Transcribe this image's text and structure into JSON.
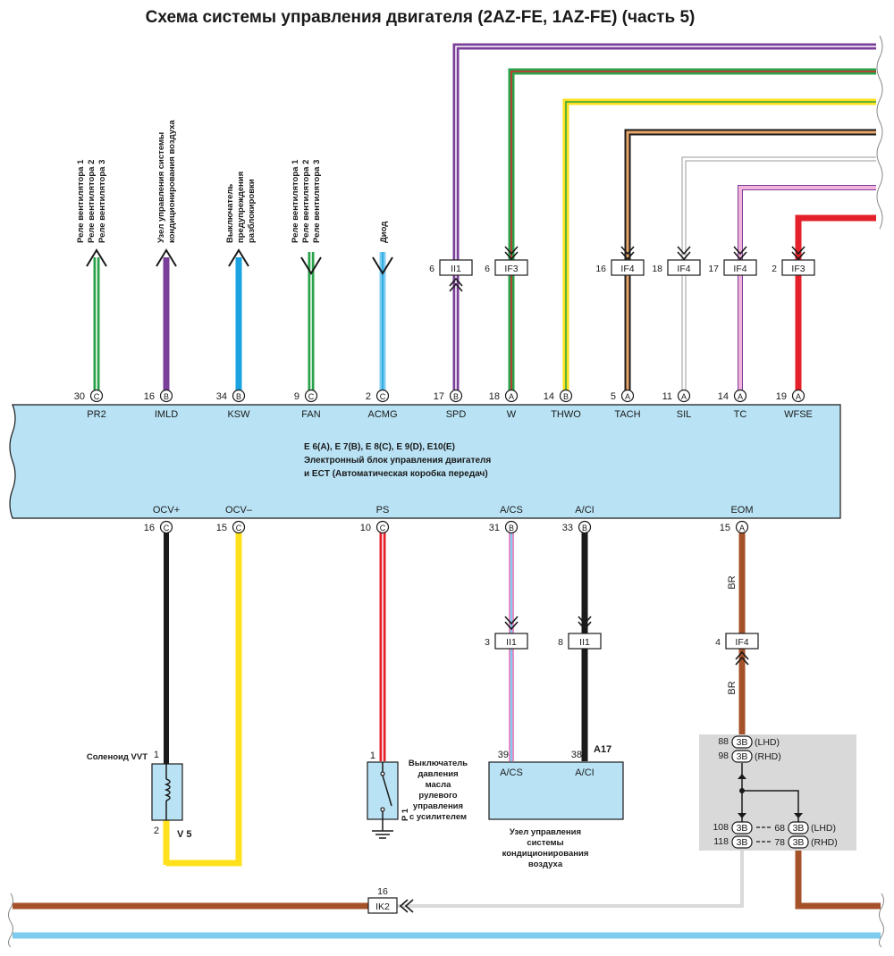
{
  "title": "Схема системы управления двигателя (2AZ-FE, 1AZ-FE) (часть 5)",
  "ecu": {
    "line1": "E 6(A), E 7(B), E 8(C), E 9(D), E10(E)",
    "line2": "Электронный блок управления двигателя",
    "line3": "и ECT (Автоматическая коробка передач)"
  },
  "top_pins": [
    {
      "num": "30",
      "conn": "C",
      "name": "PR2"
    },
    {
      "num": "16",
      "conn": "B",
      "name": "IMLD"
    },
    {
      "num": "34",
      "conn": "B",
      "name": "KSW"
    },
    {
      "num": "9",
      "conn": "C",
      "name": "FAN"
    },
    {
      "num": "2",
      "conn": "C",
      "name": "ACMG"
    },
    {
      "num": "17",
      "conn": "B",
      "name": "SPD"
    },
    {
      "num": "18",
      "conn": "A",
      "name": "W"
    },
    {
      "num": "14",
      "conn": "B",
      "name": "THWO"
    },
    {
      "num": "5",
      "conn": "A",
      "name": "TACH"
    },
    {
      "num": "11",
      "conn": "A",
      "name": "SIL"
    },
    {
      "num": "14",
      "conn": "A",
      "name": "TC"
    },
    {
      "num": "19",
      "conn": "A",
      "name": "WFSE"
    }
  ],
  "bottom_pins": [
    {
      "num": "16",
      "conn": "C",
      "name": "OCV+"
    },
    {
      "num": "15",
      "conn": "C",
      "name": "OCV–"
    },
    {
      "num": "10",
      "conn": "C",
      "name": "PS"
    },
    {
      "num": "31",
      "conn": "B",
      "name": "A/CS"
    },
    {
      "num": "33",
      "conn": "B",
      "name": "A/CI"
    },
    {
      "num": "15",
      "conn": "A",
      "name": "EOM"
    }
  ],
  "top_connectors": [
    {
      "num": "6",
      "label": "II1"
    },
    {
      "num": "6",
      "label": "IF3"
    },
    {
      "num": "16",
      "label": "IF4"
    },
    {
      "num": "18",
      "label": "IF4"
    },
    {
      "num": "17",
      "label": "IF4"
    },
    {
      "num": "2",
      "label": "IF3"
    }
  ],
  "destinations": {
    "pr2": [
      "Реле вентилятора 1",
      "Реле вентилятора 2",
      "Реле вентилятора 3"
    ],
    "imld": [
      "Узел управления системы",
      "кондиционирования воздуха"
    ],
    "ksw": [
      "Выключатель",
      "предупреждения",
      "разблокировки"
    ],
    "fan": [
      "Реле вентилятора 1",
      "Реле вентилятора 2",
      "Реле вентилятора 3"
    ],
    "acmg": [
      "Диод"
    ]
  },
  "ac_connectors": [
    {
      "num": "3",
      "label": "II1"
    },
    {
      "num": "8",
      "label": "II1"
    }
  ],
  "eom_connector": {
    "num": "4",
    "label": "IF4"
  },
  "wire_code": "BR",
  "solenoid": {
    "pin1": "1",
    "pin2": "2",
    "name": "Соленоид VVT",
    "code": "V 5"
  },
  "ps_switch": {
    "pin": "1",
    "code": "P 1",
    "desc": [
      "Выключатель",
      "давления",
      "масла",
      "рулевого",
      "управления",
      "с усилителем"
    ]
  },
  "ac_unit": {
    "pin_cs": "39",
    "pin_ci": "38",
    "code": "A17",
    "label_cs": "A/CS",
    "label_ci": "A/CI",
    "desc": [
      "Узел управления",
      "системы",
      "кондиционирования",
      "воздуха"
    ]
  },
  "junction": {
    "rows_top": [
      {
        "num": "88",
        "label": "3B",
        "variant": "(LHD)"
      },
      {
        "num": "98",
        "label": "3B",
        "variant": "(RHD)"
      }
    ],
    "rows_bottom": [
      {
        "num": "108",
        "label": "3B",
        "num2": "68",
        "label2": "3B",
        "variant": "(LHD)"
      },
      {
        "num": "118",
        "label": "3B",
        "num2": "78",
        "label2": "3B",
        "variant": "(RHD)"
      }
    ]
  },
  "ik2_connector": {
    "num": "16",
    "label": "IK2"
  },
  "colors": {
    "green": "#2aa24a",
    "purple": "#7a3f98",
    "blue": "#1aa3e0",
    "lightblue": "#7ecbf0",
    "yellow": "#ffe01a",
    "orange": "#e8a56a",
    "black": "#1a1a1a",
    "red": "#e4202a",
    "pink": "#e38ec4",
    "brown": "#a5522a",
    "gray": "#b5b5b5",
    "ecu_fill": "#b9e3f5"
  }
}
